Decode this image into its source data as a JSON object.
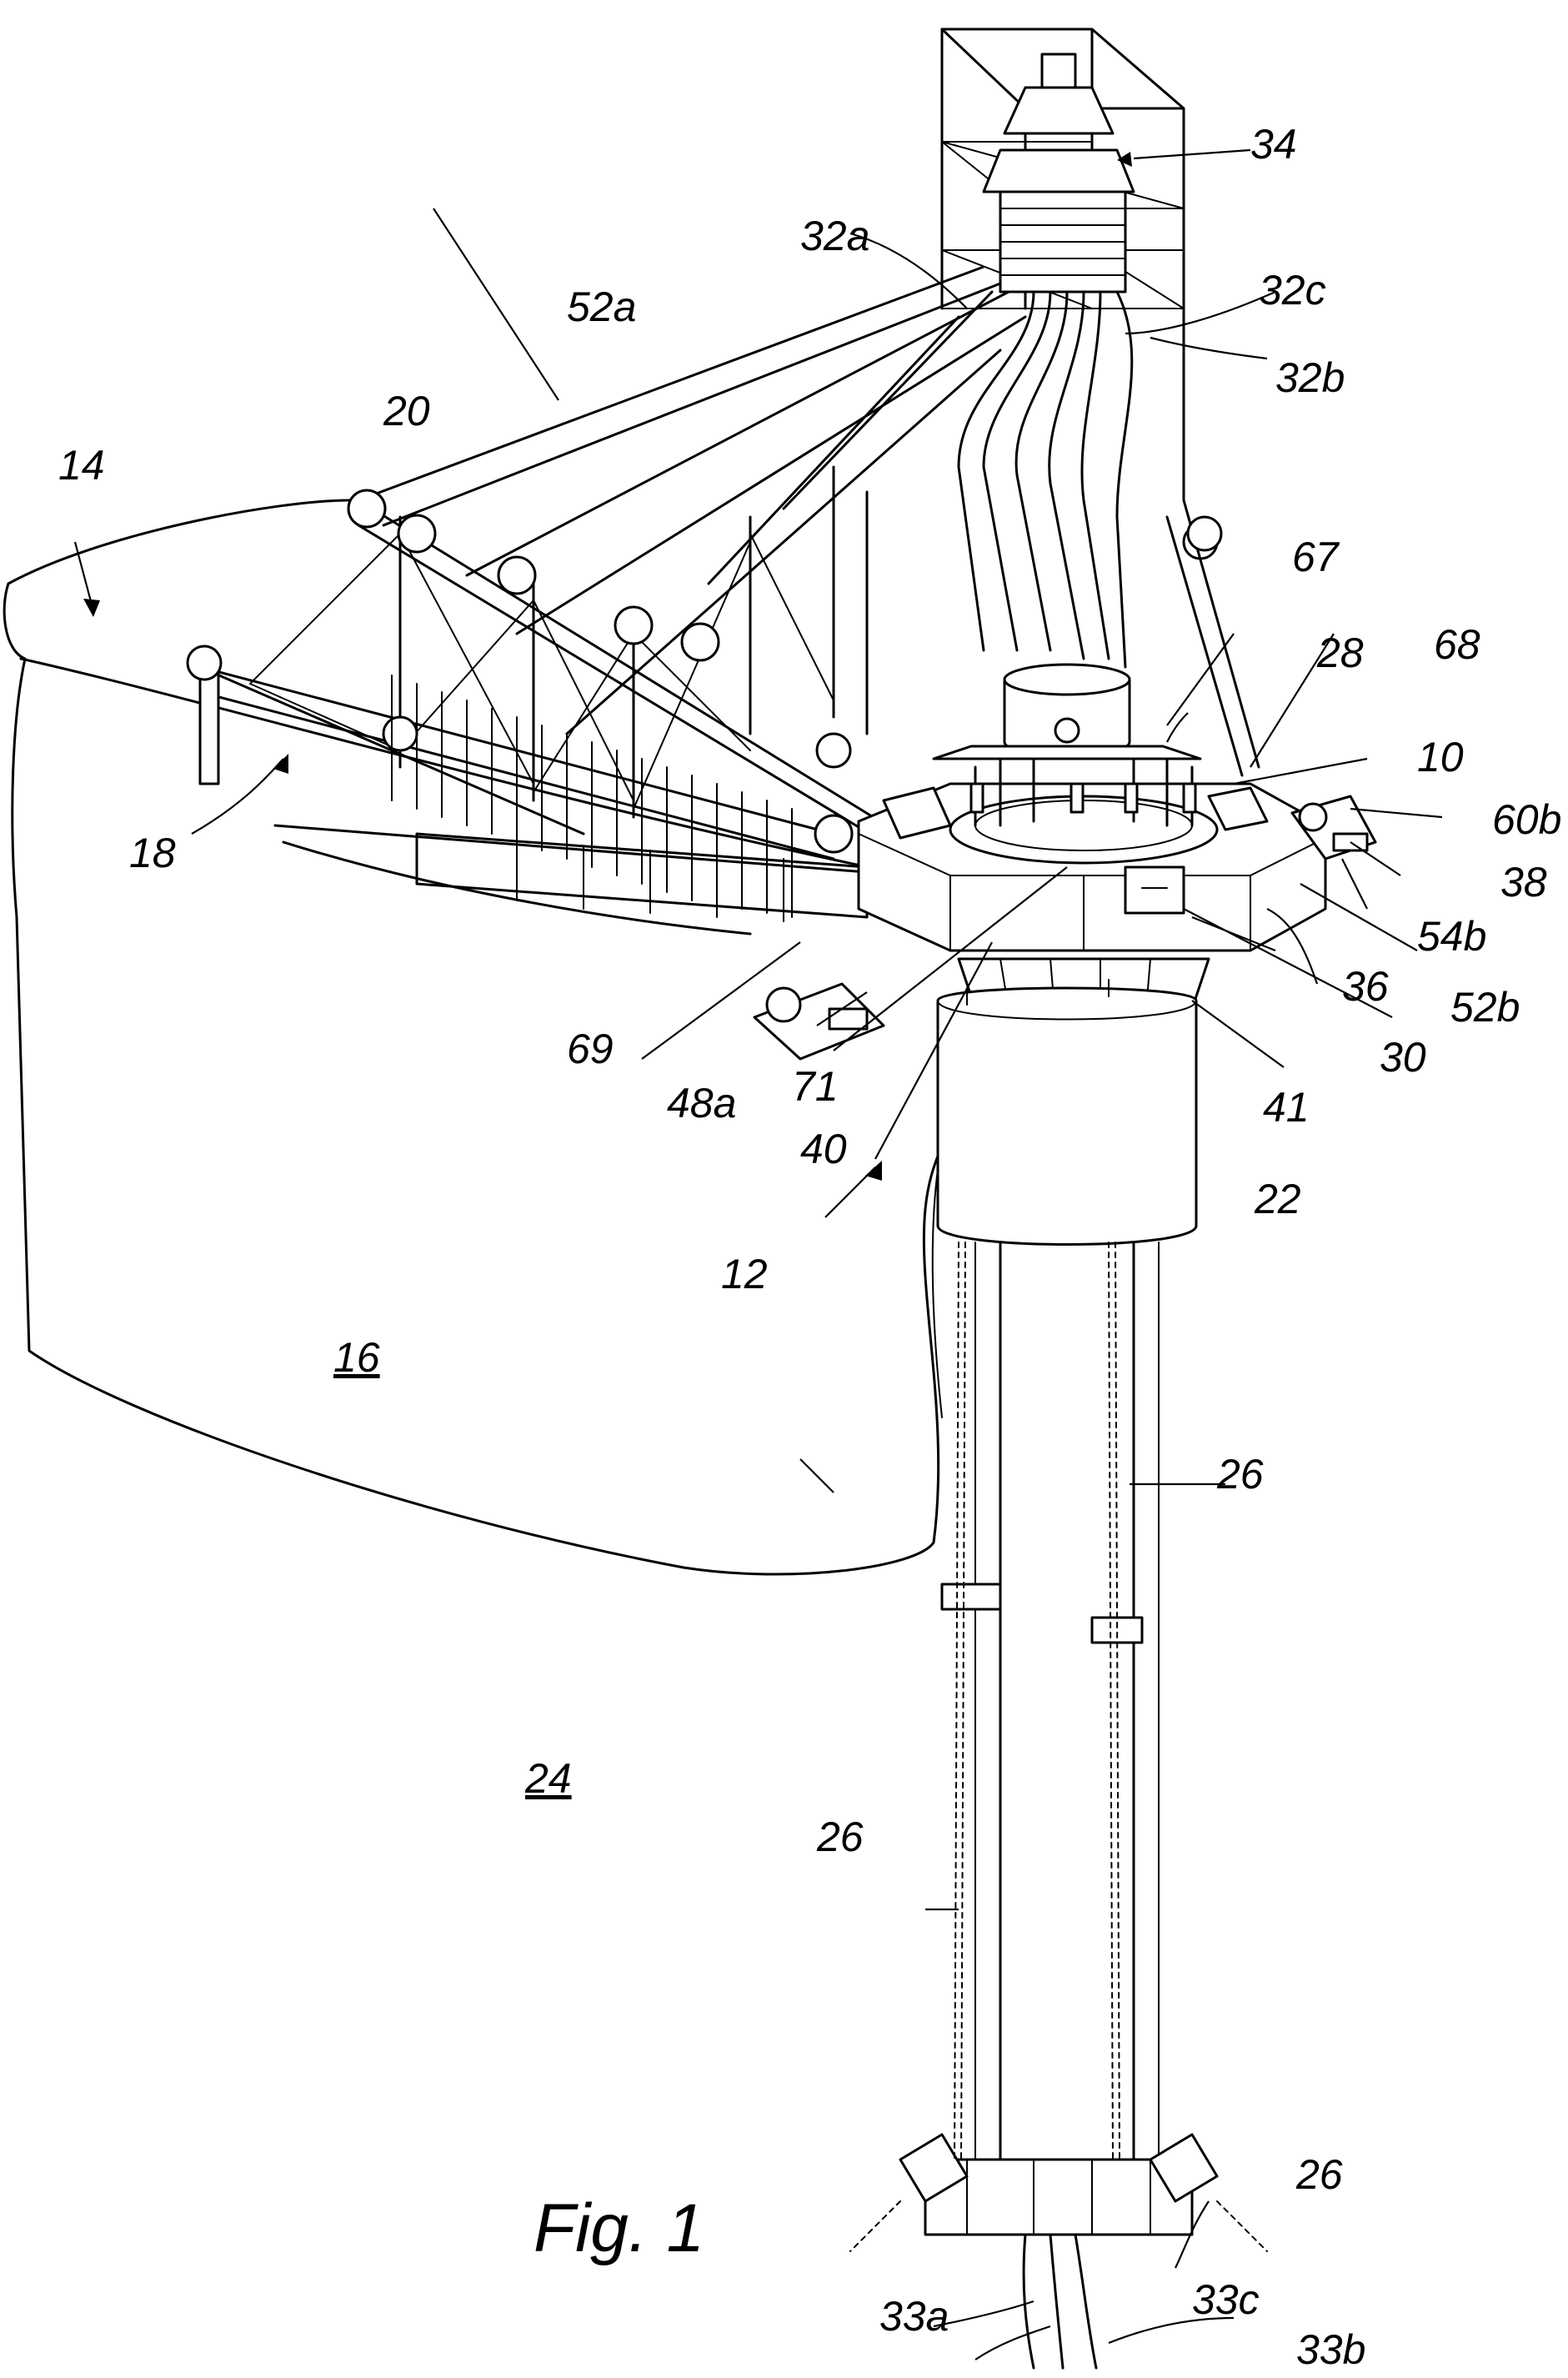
{
  "figure": {
    "caption": "Fig. 1",
    "reference_numerals": {
      "n10": "10",
      "n12": "12",
      "n14": "14",
      "n16": "16",
      "n18": "18",
      "n20": "20",
      "n22": "22",
      "n24": "24",
      "n26_a": "26",
      "n26_b": "26",
      "n26_c": "26",
      "n28": "28",
      "n30": "30",
      "n32a": "32a",
      "n32b": "32b",
      "n32c": "32c",
      "n33a": "33a",
      "n33b": "33b",
      "n33c": "33c",
      "n34": "34",
      "n36": "36",
      "n38": "38",
      "n40": "40",
      "n41": "41",
      "n48a": "48a",
      "n52a": "52a",
      "n52b": "52b",
      "n54b": "54b",
      "n60b": "60b",
      "n67": "67",
      "n68": "68",
      "n69": "69",
      "n71": "71"
    }
  }
}
